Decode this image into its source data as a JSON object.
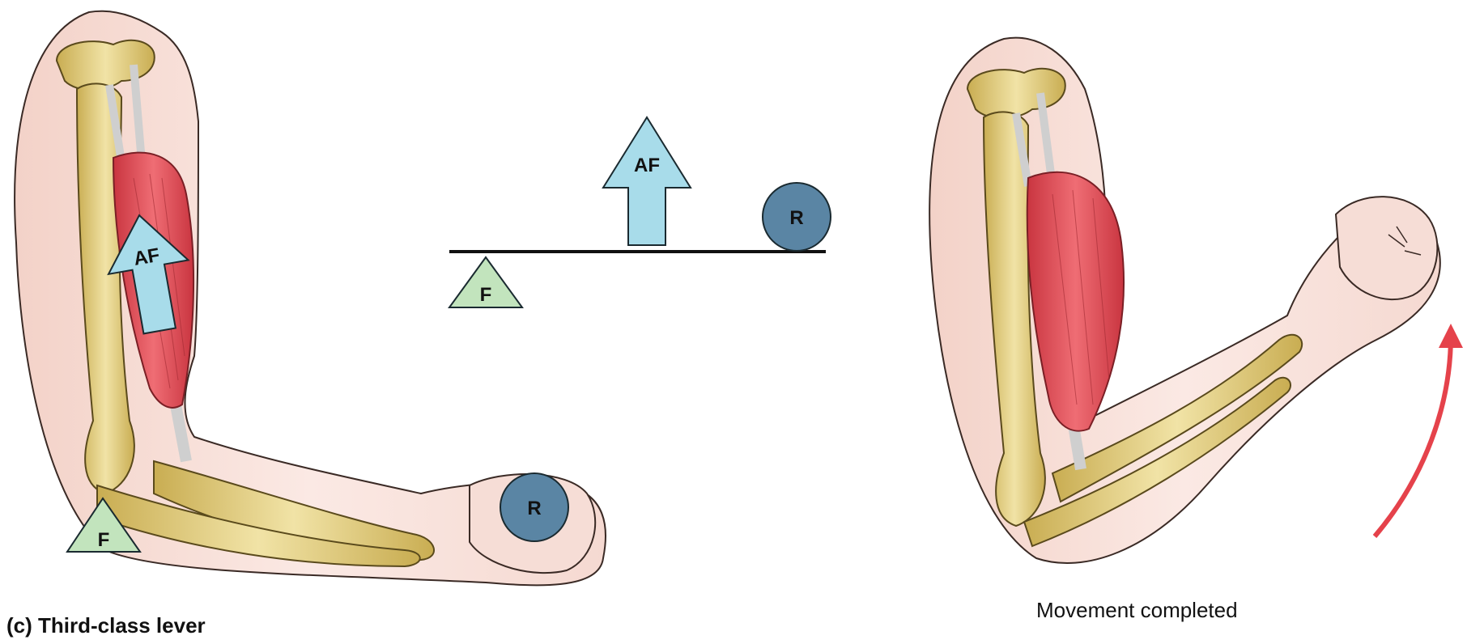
{
  "markers": {
    "arm_left": {
      "effort": "AF",
      "fulcrum": "F",
      "resistance": "R"
    },
    "lever": {
      "effort": "AF",
      "fulcrum": "F",
      "resistance": "R"
    }
  },
  "captions": {
    "figure_label": "(c) Third-class lever",
    "movement": "Movement completed"
  },
  "colors": {
    "effort_arrow": "#a8dcea",
    "fulcrum": "#c2e4bd",
    "resistance": "#5a85a4",
    "muscle": "#e0505a",
    "bone": "#e3cf82",
    "skin": "#f8e2dc",
    "movement_arrow": "#e5424b"
  }
}
